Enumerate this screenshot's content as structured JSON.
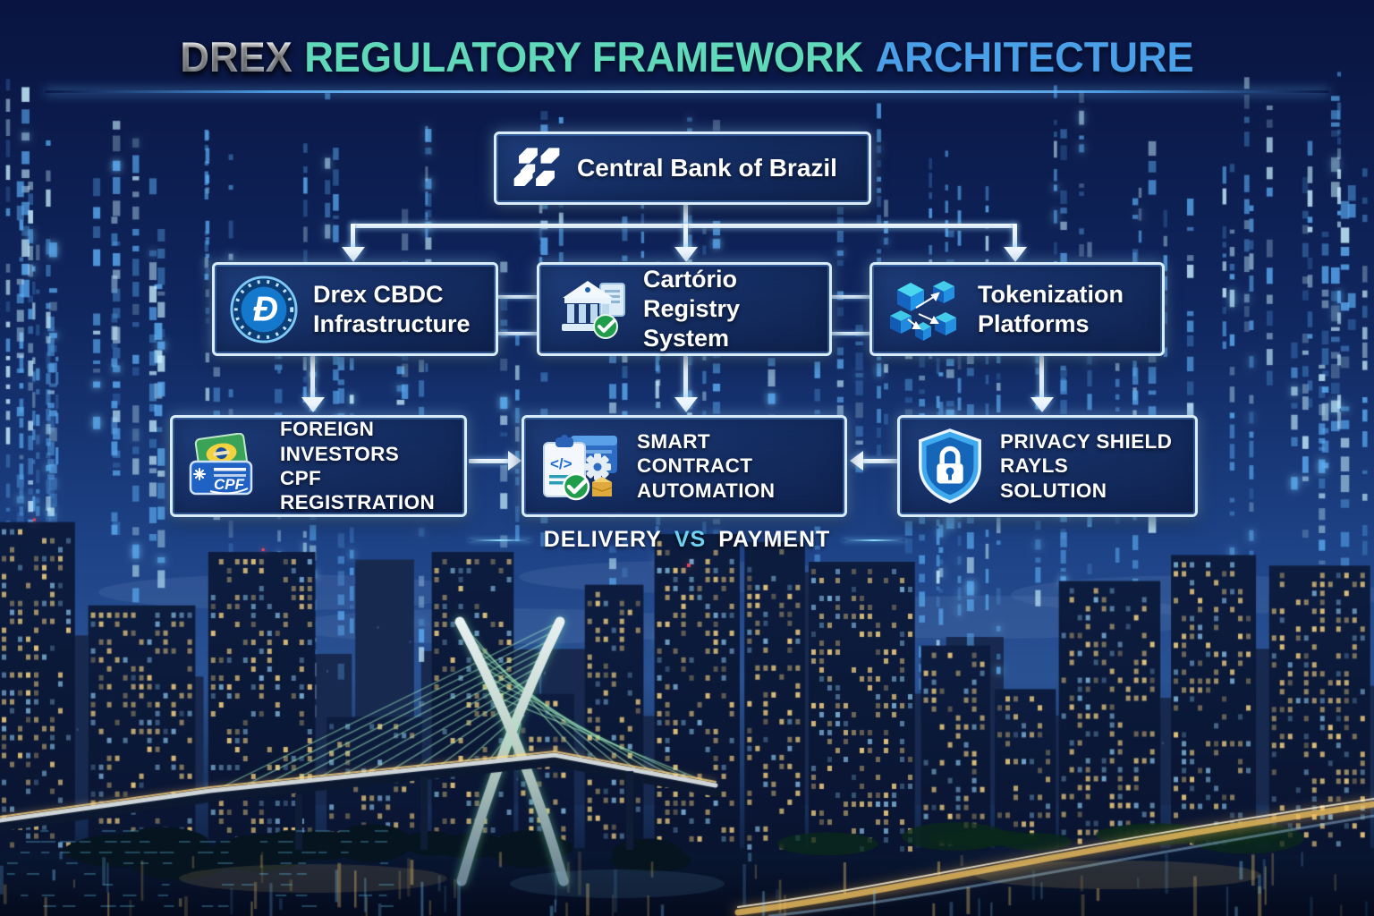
{
  "title": {
    "drex": "DREX",
    "regulatory": "REGULATORY FRAMEWORK",
    "architecture": "ARCHITECTURE"
  },
  "diagram": {
    "central_bank": {
      "label": "Central Bank of Brazil",
      "icon": "central-bank-logo-icon"
    },
    "row2": [
      {
        "id": "drex-cbdc",
        "line1": "Drex CBDC",
        "line2": "Infrastructure",
        "icon": "drex-coin-icon"
      },
      {
        "id": "cartorio",
        "line1": "Cartório",
        "line2": "Registry System",
        "icon": "registry-building-icon"
      },
      {
        "id": "tokenization",
        "line1": "Tokenization",
        "line2": "Platforms",
        "icon": "token-cubes-icon"
      }
    ],
    "row3": [
      {
        "id": "foreign-investors",
        "line1": "FOREIGN INVESTORS",
        "line2": "CPF REGISTRATION",
        "icon": "cpf-card-icon",
        "icon_text": "CPF"
      },
      {
        "id": "smart-contract",
        "line1": "SMART CONTRACT",
        "line2": "AUTOMATION",
        "icon": "smart-contract-icon"
      },
      {
        "id": "privacy-shield",
        "line1": "PRIVACY SHIELD",
        "line2": "RAYLS SOLUTION",
        "icon": "shield-lock-icon"
      }
    ],
    "dvp": {
      "left": "DELIVERY",
      "vs": "VS",
      "right": "PAYMENT"
    }
  },
  "colors": {
    "title_drex": "#f2f4f8",
    "title_regulatory": "#5fd9ba",
    "title_architecture": "#4aa0e8",
    "box_border": "#d8ecfb",
    "box_background": "#142c60",
    "connector_white": "#eef6fd",
    "accent_cyan": "#6fd2f2",
    "matrix_rain_blue": "#5aa0f0",
    "background_navy": "#0a1540"
  }
}
